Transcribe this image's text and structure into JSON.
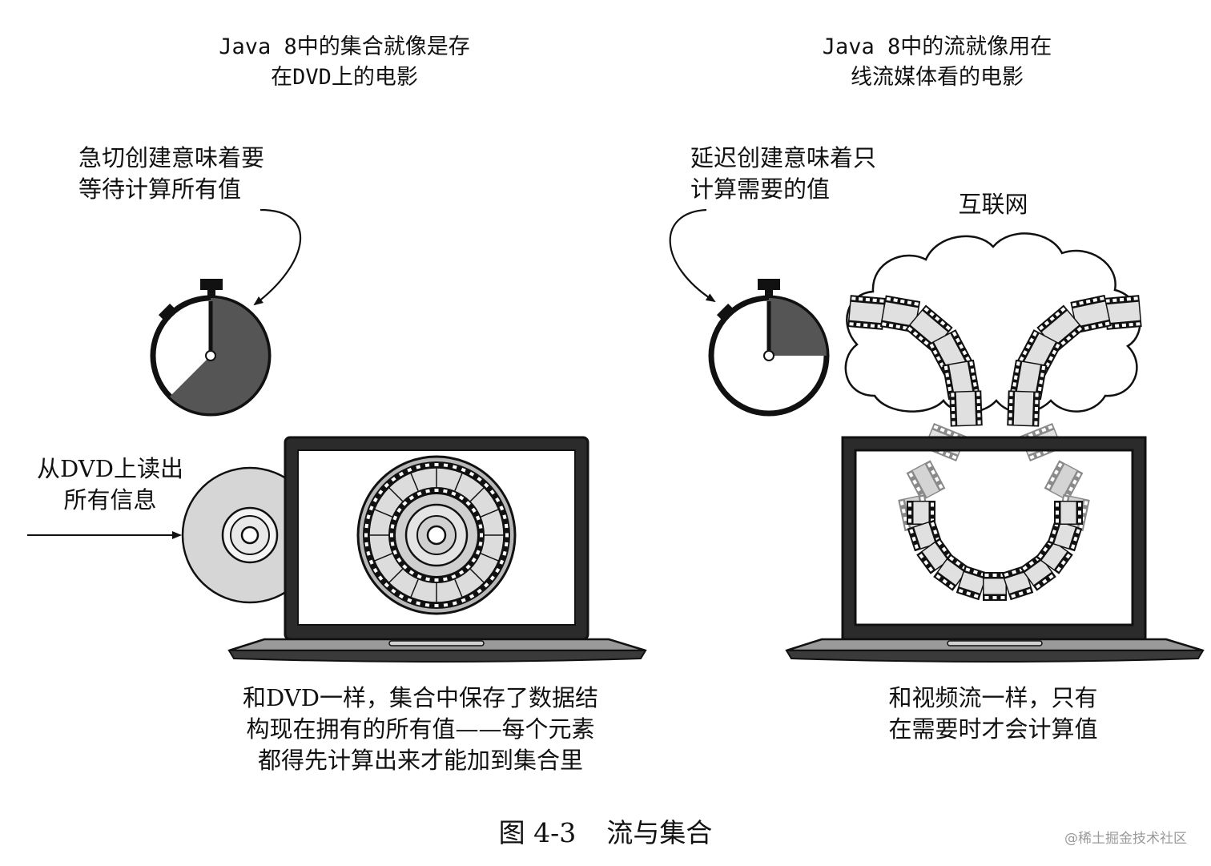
{
  "left_panel": {
    "title": "Java 8中的集合就像是存\n在DVD上的电影",
    "timer_label": "急切创建意味着要\n等待计算所有值",
    "dvd_label": "从DVD上读出\n所有信息",
    "caption": "和DVD一样，集合中保存了数据结\n构现在拥有的所有值——每个元素\n都得先计算出来才能加到集合里"
  },
  "right_panel": {
    "title": "Java 8中的流就像用在\n线流媒体看的电影",
    "timer_label": "延迟创建意味着只\n计算需要的值",
    "cloud_label": "互联网",
    "caption": "和视频流一样，只有\n在需要时才会计算值"
  },
  "figure": {
    "number": "图 4-3",
    "title": "流与集合"
  },
  "watermark": "@稀土掘金技术社区",
  "colors": {
    "ink": "#111111",
    "timer_fill": "#555555",
    "film_light": "#e0e0e0",
    "film_faded": "#d4d4d4",
    "disc_gray": "#d6d6d6"
  }
}
